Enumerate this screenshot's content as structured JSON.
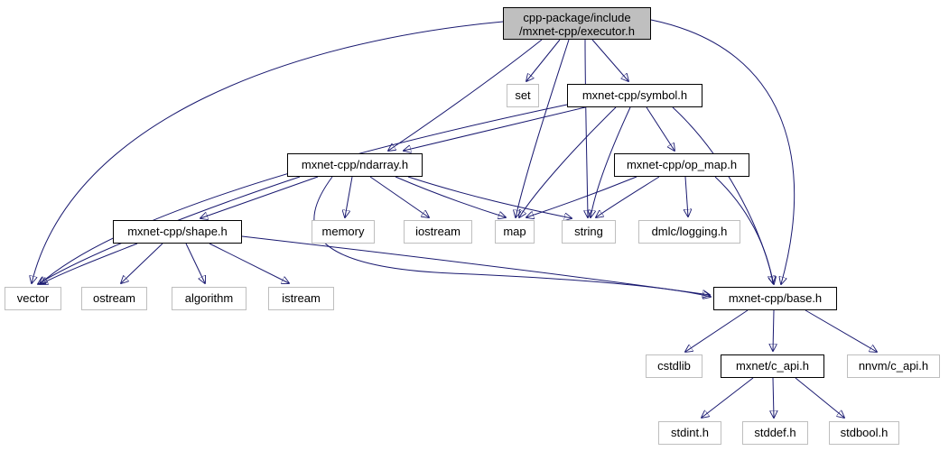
{
  "graph": {
    "root": {
      "line1": "cpp-package/include",
      "line2": "/mxnet-cpp/executor.h"
    },
    "nodes": {
      "set": "set",
      "symbol": "mxnet-cpp/symbol.h",
      "ndarray": "mxnet-cpp/ndarray.h",
      "op_map": "mxnet-cpp/op_map.h",
      "shape": "mxnet-cpp/shape.h",
      "memory": "memory",
      "iostream": "iostream",
      "map": "map",
      "string": "string",
      "logging": "dmlc/logging.h",
      "vector": "vector",
      "ostream": "ostream",
      "algorithm": "algorithm",
      "istream": "istream",
      "base": "mxnet-cpp/base.h",
      "cstdlib": "cstdlib",
      "c_api": "mxnet/c_api.h",
      "nnvm": "nnvm/c_api.h",
      "stdint": "stdint.h",
      "stddef": "stddef.h",
      "stdbool": "stdbool.h"
    },
    "edges": [
      {
        "from": "executor",
        "to": "set"
      },
      {
        "from": "executor",
        "to": "symbol"
      },
      {
        "from": "executor",
        "to": "ndarray"
      },
      {
        "from": "executor",
        "to": "map"
      },
      {
        "from": "executor",
        "to": "string"
      },
      {
        "from": "executor",
        "to": "vector"
      },
      {
        "from": "executor",
        "to": "base"
      },
      {
        "from": "symbol",
        "to": "ndarray"
      },
      {
        "from": "symbol",
        "to": "op_map"
      },
      {
        "from": "symbol",
        "to": "map"
      },
      {
        "from": "symbol",
        "to": "string"
      },
      {
        "from": "symbol",
        "to": "vector"
      },
      {
        "from": "symbol",
        "to": "base"
      },
      {
        "from": "ndarray",
        "to": "shape"
      },
      {
        "from": "ndarray",
        "to": "memory"
      },
      {
        "from": "ndarray",
        "to": "iostream"
      },
      {
        "from": "ndarray",
        "to": "map"
      },
      {
        "from": "ndarray",
        "to": "string"
      },
      {
        "from": "ndarray",
        "to": "vector"
      },
      {
        "from": "ndarray",
        "to": "base"
      },
      {
        "from": "op_map",
        "to": "map"
      },
      {
        "from": "op_map",
        "to": "string"
      },
      {
        "from": "op_map",
        "to": "logging"
      },
      {
        "from": "op_map",
        "to": "base"
      },
      {
        "from": "shape",
        "to": "vector"
      },
      {
        "from": "shape",
        "to": "ostream"
      },
      {
        "from": "shape",
        "to": "algorithm"
      },
      {
        "from": "shape",
        "to": "istream"
      },
      {
        "from": "shape",
        "to": "base"
      },
      {
        "from": "base",
        "to": "cstdlib"
      },
      {
        "from": "base",
        "to": "c_api"
      },
      {
        "from": "base",
        "to": "nnvm"
      },
      {
        "from": "c_api",
        "to": "stdint"
      },
      {
        "from": "c_api",
        "to": "stddef"
      },
      {
        "from": "c_api",
        "to": "stdbool"
      }
    ],
    "colors": {
      "edge": "#191970",
      "root_fill": "#BFBFBF",
      "internal_border": "#000000",
      "external_border": "#BEBEBE",
      "background": "#FFFFFF"
    }
  }
}
